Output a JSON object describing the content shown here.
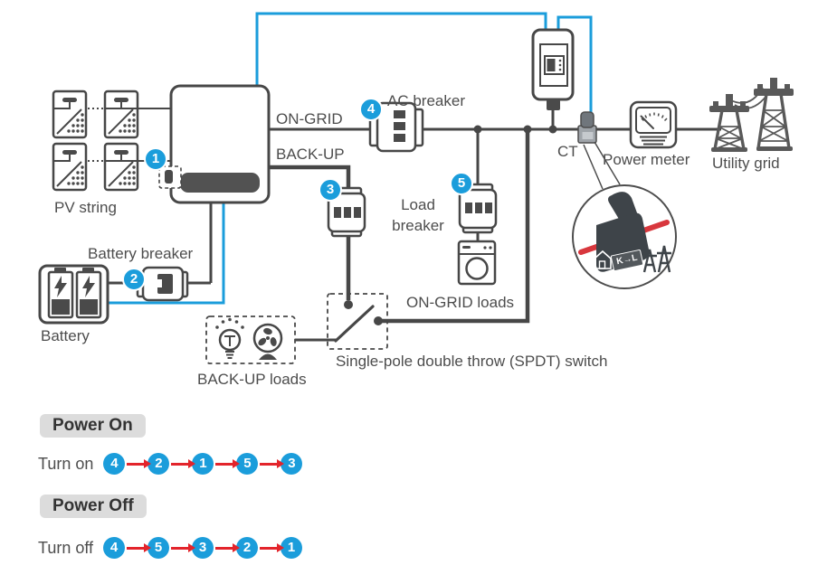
{
  "colors": {
    "blue": "#1B9DDB",
    "wire": "#474747",
    "red": "#E3242B",
    "ct-red": "#D8373D",
    "pill": "#DCDCDC",
    "text": "#4D4D4D",
    "dark": "#4A4A4A",
    "clamp": "#3E4449"
  },
  "diagram": {
    "pv_string_label": "PV string",
    "battery_breaker_label": "Battery breaker",
    "battery_label": "Battery",
    "on_grid_port_label": "ON-GRID",
    "back_up_port_label": "BACK-UP",
    "ac_breaker_label": "AC breaker",
    "load_breaker_line1": "Load",
    "load_breaker_line2": "breaker",
    "on_grid_loads_label": "ON-GRID loads",
    "back_up_loads_label": "BACK-UP loads",
    "spdt_label": "Single-pole double throw (SPDT) switch",
    "ct_label": "CT",
    "ct_callout_text": "K→L",
    "power_meter_label": "Power meter",
    "utility_grid_label": "Utility grid",
    "badges": {
      "b1": "1",
      "b2": "2",
      "b3": "3",
      "b4": "4",
      "b5": "5"
    }
  },
  "sequences": {
    "power_on": {
      "title": "Power On",
      "action": "Turn on",
      "steps": [
        "4",
        "2",
        "1",
        "5",
        "3"
      ]
    },
    "power_off": {
      "title": "Power Off",
      "action": "Turn off",
      "steps": [
        "4",
        "5",
        "3",
        "2",
        "1"
      ]
    }
  }
}
